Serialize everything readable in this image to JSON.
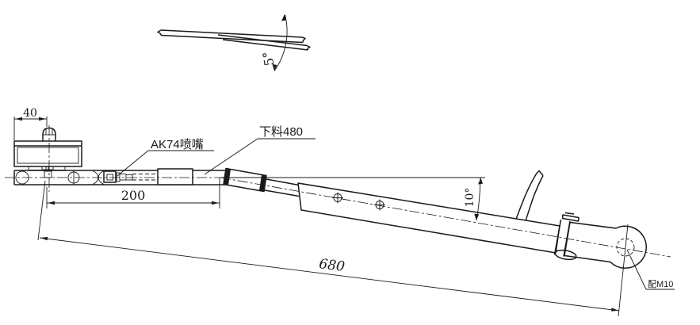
{
  "drawing": {
    "labels": {
      "nozzle": "AK74喷嘴",
      "blank_length": "下料480",
      "fit_thread": "配M10"
    },
    "dimensions": {
      "d40": "40",
      "d200": "200",
      "d680": "680",
      "angle5": "5°",
      "angle10": "10°"
    },
    "colors": {
      "line": "#1a1a1a",
      "background": "#ffffff"
    }
  }
}
